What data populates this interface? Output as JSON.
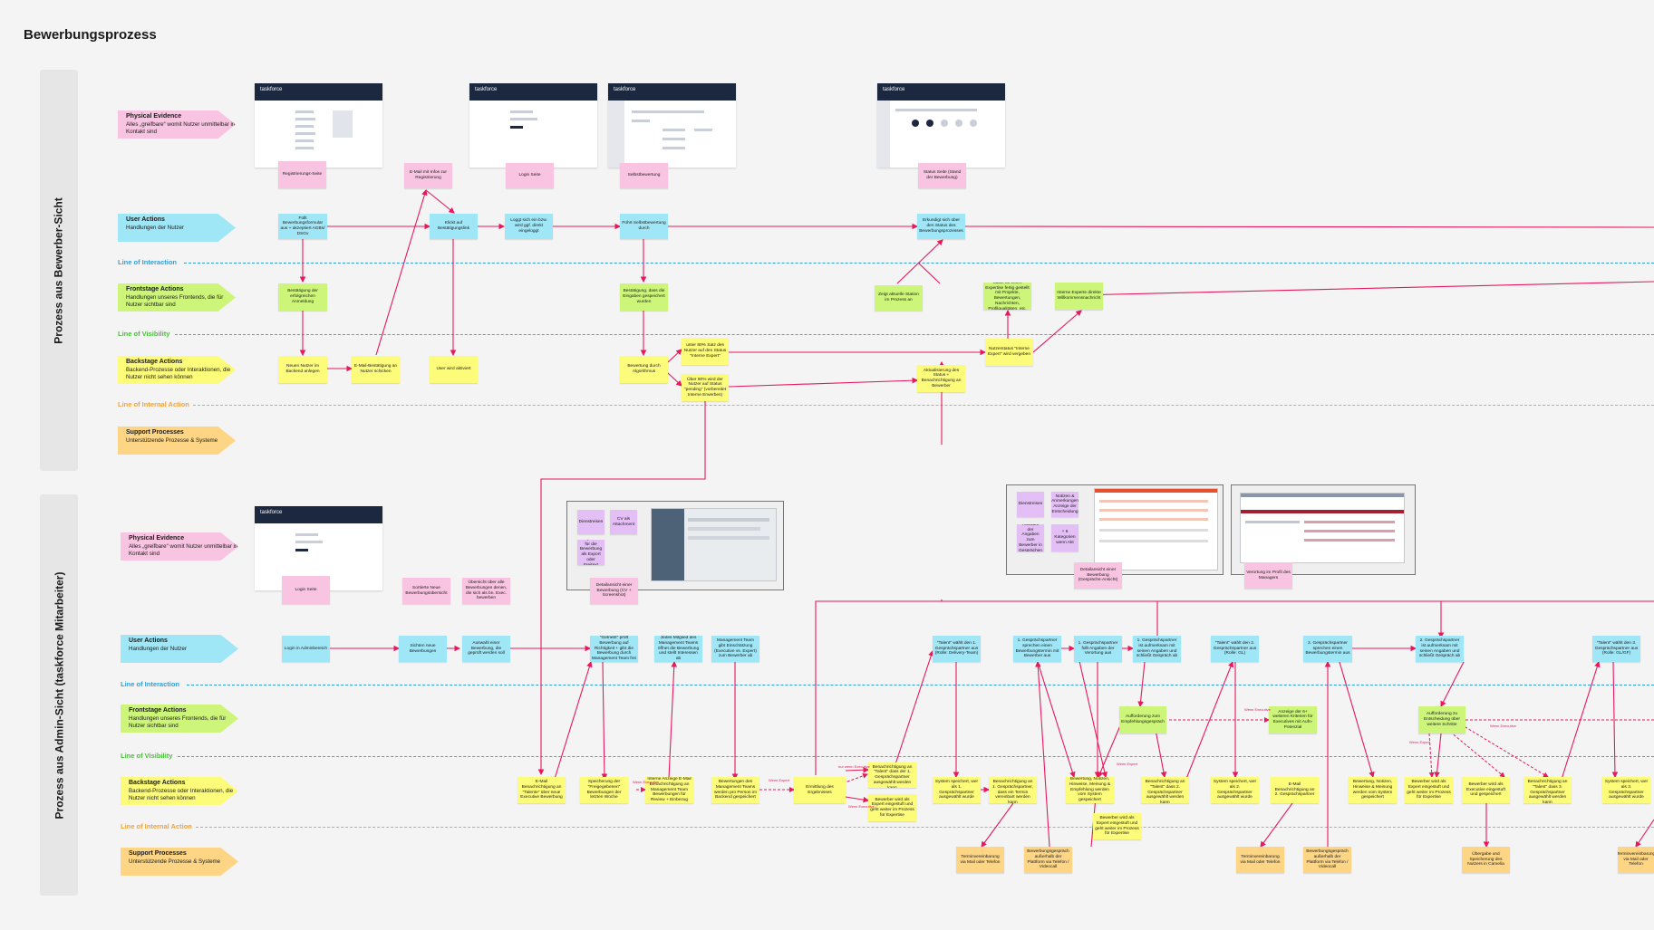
{
  "title": "Bewerbungsprozess",
  "lanes": {
    "applicant": "Prozess aus Bewerber-Sicht",
    "admin": "Prozess aus Admin-Sicht (taskforce Mitarbeiter)"
  },
  "rows": {
    "physical": {
      "title": "Physical Evidence",
      "desc": "Alles „greifbare“ womit Nutzer unmittelbar in Kontakt sind"
    },
    "user": {
      "title": "User Actions",
      "desc": "Handlungen der Nutzer"
    },
    "front": {
      "title": "Frontstage Actions",
      "desc": "Handlungen unseres Frontends, die für Nutzer sichtbar sind"
    },
    "back": {
      "title": "Backstage Actions",
      "desc": "Backend-Prozesse oder Interaktionen, die Nutzer nicht sehen können"
    },
    "support": {
      "title": "Support Processes",
      "desc": "Unterstützende Prozesse & Systeme"
    }
  },
  "separators": {
    "interaction": "Line of Interaction",
    "visibility": "Line of Visibility",
    "internal": "Line of Internal Action"
  },
  "brand": "taskforce",
  "colors": {
    "pink": "#f9c4e1",
    "cyan": "#9fe6f7",
    "green": "#cdf57a",
    "yellow": "#fdfb7a",
    "orange": "#fdd584",
    "violet": "#e4bff5",
    "arrow": "#e8185a",
    "interaction_line": "#2f9fd8",
    "visibility_line": "#4bbf3a",
    "internal_line": "#f3a23a"
  },
  "notes_top": {
    "p1": "Registrierungs-Seite",
    "p2": "E-Mail mit Infos zur Registrierung",
    "p3": "Login Seite",
    "p4": "Selbstbewertung",
    "p5": "Status Seite (Stand der Bewerbung)",
    "u1": "Füllt Bewerbungsformular aus + akzeptiert AGBs/ DSGv",
    "u2": "Klickt auf Bestätigungslink",
    "u3": "Loggt sich ein bzw. wird ggf. direkt eingeloggt",
    "u4": "Führt Selbstbewertung durch",
    "u5": "Erkundigt sich über den Status des Bewerbungsprozesses",
    "f1": "Bestätigung der erfolgreichen Anmeldung",
    "f2": "Bestätigung, dass die Eingaben gespeichert wurden",
    "f3": "Zeigt aktuelle Station im Prozess an",
    "f4": "Stack für einen Expertise fertig gestellt mit Projekte, Bewertungen, Nachrichten, Profilqualitäten, etc.",
    "f5": "Interne Experte direkte Willkommensnachricht",
    "b1": "Neuen Nutzer im Backend anlegen",
    "b2": "E-Mail-Bestätigung an Nutzer schicken",
    "b3": "User wird aktiviert",
    "b4": "Bewertung durch Algorithmus",
    "b5": "unter 80% Satz des Nutzer auf den Status \"Interne Expert\"",
    "b6": "Über 80% wird der Nutzer auf Status \"pending\" (vorbereitet Interne Erwerbes)",
    "b7": "Aktualisierung des Status + Benachrichtigung an Bewerber",
    "b8": "Nutzerstatus \"Interne Expert\" wird vergeben"
  },
  "notes_admin": {
    "p1": "Login Seite",
    "p2": "Sortierte Neue Bewerbungsübersicht",
    "p3": "Übersicht über alle Bewerbungen denen, die sich als bn. Exec. bewerben",
    "p4": "Detailansicht einer Bewerbung (CV + Screenshot)",
    "p5": "Detailansicht einer Bewerbung (Gesprächs-Ansicht)",
    "p6": "Verortung im Profil des Managers",
    "u1": "Login in Adminbereich",
    "u2": "Sichten neue Bewerbungen",
    "u3": "Auswahl einer Bewerbung, die geprüft werden soll",
    "u4": "\"Getriebt\" prüft Bewerbung auf Richtigkeit + gibt die Bewerbung durch Management Team frei",
    "u5": "Jedes Mitglied des Management Teams öffnet die Bewerbung und stellt Interessen ab",
    "u6": "Management Team gibt Einschätzung (Executive vs. Expert) zum Bewerber ab",
    "u7": "\"Talent\" wählt den 1. Gesprächspartner aus (Rolle: Delivery-Team)",
    "u8": "1. Gesprächspartner sprechen einen Bewerbungstermin mit Bewerber aus",
    "u9": "1. Gesprächspartner füllt Angaben der Verortung aus",
    "u10": "1. Gesprächspartner ist aufmerksam mit seinen Angaben und schließt Gespräch ab",
    "u11": "\"Talent\" wählt den 2. Gesprächspartner aus (Rolle: GL)",
    "u12": "2. Gesprächspartner sprechen einen Bewerbungstermin aus",
    "u13": "2. Gesprächspartner ist aufmerksam mit seinen Angaben und schließt Gespräch ab",
    "u14": "\"Talent\" wählt den 3. Gesprächspartner aus (Rolle: GL/GF)",
    "f1": "Aufforderung zum Empfehlungsgespräch",
    "f2": "Anzeige der 6+ weiteren Kriterien für Executives mit Aufn-Potenzial",
    "f3": "Aufforderung zu Entscheidung über weitere Schritte",
    "b1": "E-Mail Benachrichtigung an \"Talente\" über neue Executive Bewerbung",
    "b2": "Speicherung der \"Freigegebenen\" Bewerbungen der letzten Woche",
    "b3": "Interne Anzeige E-Mail Benachrichtigung an Management Team Bewerbungen für Review + Einbezug",
    "b4": "Bewertungen des Management Teams werden pro Person im Backend gespeichert",
    "b5": "Ermittlung des Ergebnisses",
    "b6": "E-Mail Benachrichtigung an \"Talent\" dass der 1. Gesprächspartner ausgewählt werden kann",
    "b7": "Bewerber wird als Expert eingestuft und geht weiter im Prozess für Expertise",
    "b8": "System speichert, wer als 1. Gesprächspartner ausgewählt wurde",
    "b9": "E-Mail Benachrichtigung an 1. Gesprächspartner, dass ein Termin vereinbart werden kann",
    "b10": "Bewertung, Notizen, Hinweise, Meinung & Empfehlung werden vom System gespeichert",
    "b11": "E-Mail Benachrichtigung an \"Talent\" dass 2. Gesprächspartner ausgewählt werden kann",
    "b12": "Bewerber wird als Expert eingestuft und geht weiter im Prozess für Expertise",
    "b13": "System speichert, wer als 2. Gesprächspartner ausgewählt wurde",
    "b14": "E-Mail Benachrichtigung an 2. Gesprächspartner",
    "b15": "Bewertung, Notizen, Hinweise & Meinung werden vom System gespeichert",
    "b16": "Bewerber wird als Expert eingestuft und geht weiter im Prozess für Expertise",
    "b17": "Bewerber wird als Executive eingestuft und gespeichert",
    "b18": "E-Mail Benachrichtigung an \"Talent\" dass 3. Gesprächspartner ausgewählt werden kann",
    "b19": "System speichert, wer als 3. Gesprächspartner ausgewählt wurde",
    "s1": "Terminvereinbarung via Mail oder Telefon",
    "s2": "Bewerbungsgespräch außerhalb der Plattform via Telefon / Videocall",
    "s3": "Terminvereinbarung via Mail oder Telefon",
    "s4": "Bewerbungsgespräch außerhalb der Plattform via Telefon / Videocall",
    "s5": "Übergabe und Speicherung des Nutzers in Camelia",
    "s6": "Terminvereinbarung via Mail oder Telefon"
  },
  "mock_notes": {
    "m1": "Dienstreisen",
    "m2": "CV als Attachment",
    "m3": "Empfehler für die Bewerbung als Export oder Freitext",
    "m4": "Dienstreisen",
    "m5": "Notizen & Anmerkungen Anzeige der Entscheidung",
    "m6": "Auswahl der Angaben zum Bewerber in Gesprächen",
    "m7": "+ 6 Kategorien wenn Akt"
  },
  "annotations": {
    "a1": "Wenn Executive",
    "a2": "Wenn Expert",
    "a3": "nur wenn Executive",
    "a4": "Wenn Executive",
    "a5": "Wenn Expert",
    "a6": "Wenn Executive",
    "a7": "Wenn Expert",
    "a8": "Wenn Executive"
  }
}
